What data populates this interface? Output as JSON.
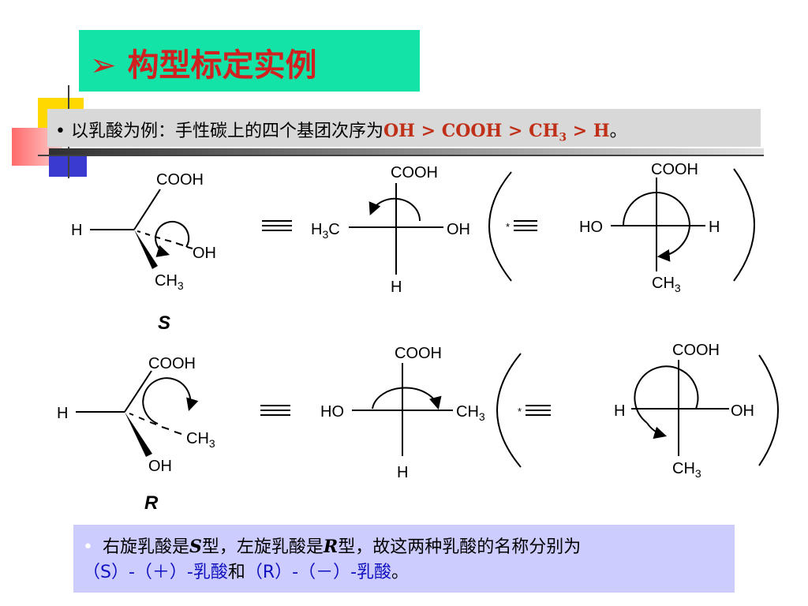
{
  "title": {
    "arrow": "➢",
    "text": "构型标定实例"
  },
  "intro": {
    "bullet": "•",
    "text": "以乳酸为例：手性碳上的四个基团次序为",
    "priority_a": "OH > COOH > CH",
    "priority_sub": "3",
    "priority_b": " > H",
    "end": "。"
  },
  "diagram": {
    "labels": {
      "cooh": "COOH",
      "h": "H",
      "oh": "OH",
      "ho": "HO",
      "ch": "CH",
      "three": "3",
      "h3": "H",
      "c": "C",
      "star": "*"
    },
    "config_s": "S",
    "config_r": "R"
  },
  "summary": {
    "bullet": "•",
    "p1": "右旋乳酸是",
    "s": "S",
    "p2": "型，左旋乳酸是",
    "r": "R",
    "p3": "型，故这两种乳酸的名称分别为",
    "name_s": "（S）-（＋）-乳酸",
    "and": "和",
    "name_r": "（R）-（－）-乳酸",
    "end": "。"
  },
  "colors": {
    "title_bg": "#13e3a6",
    "title_text": "#d02020",
    "intro_bg": "#d8d8d8",
    "priority_text": "#c03018",
    "summary_bg": "#ccccff",
    "summary_accent": "#1010c0"
  }
}
